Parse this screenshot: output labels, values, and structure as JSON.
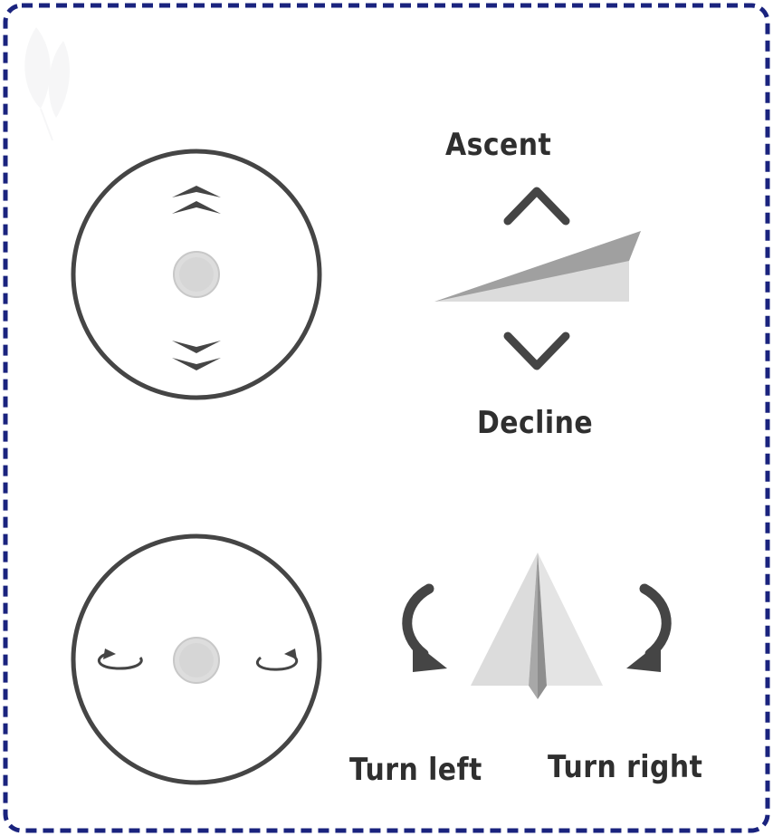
{
  "labels": {
    "ascent": "Ascent",
    "decline": "Decline",
    "turn_left": "Turn left",
    "turn_right": "Turn right"
  },
  "colors": {
    "border": "#1a237e",
    "stroke_dark": "#4a4a4a",
    "plane_light": "#dcdcdc",
    "plane_mid": "#a0a0a0",
    "center_dot": "#dddddd"
  },
  "icons": [
    "double-chevron-up-icon",
    "double-chevron-down-icon",
    "rotate-left-icon",
    "rotate-right-icon",
    "chevron-up-icon",
    "chevron-down-icon",
    "curved-arrow-left-icon",
    "curved-arrow-right-icon",
    "paper-plane-side-icon",
    "paper-plane-top-icon"
  ]
}
